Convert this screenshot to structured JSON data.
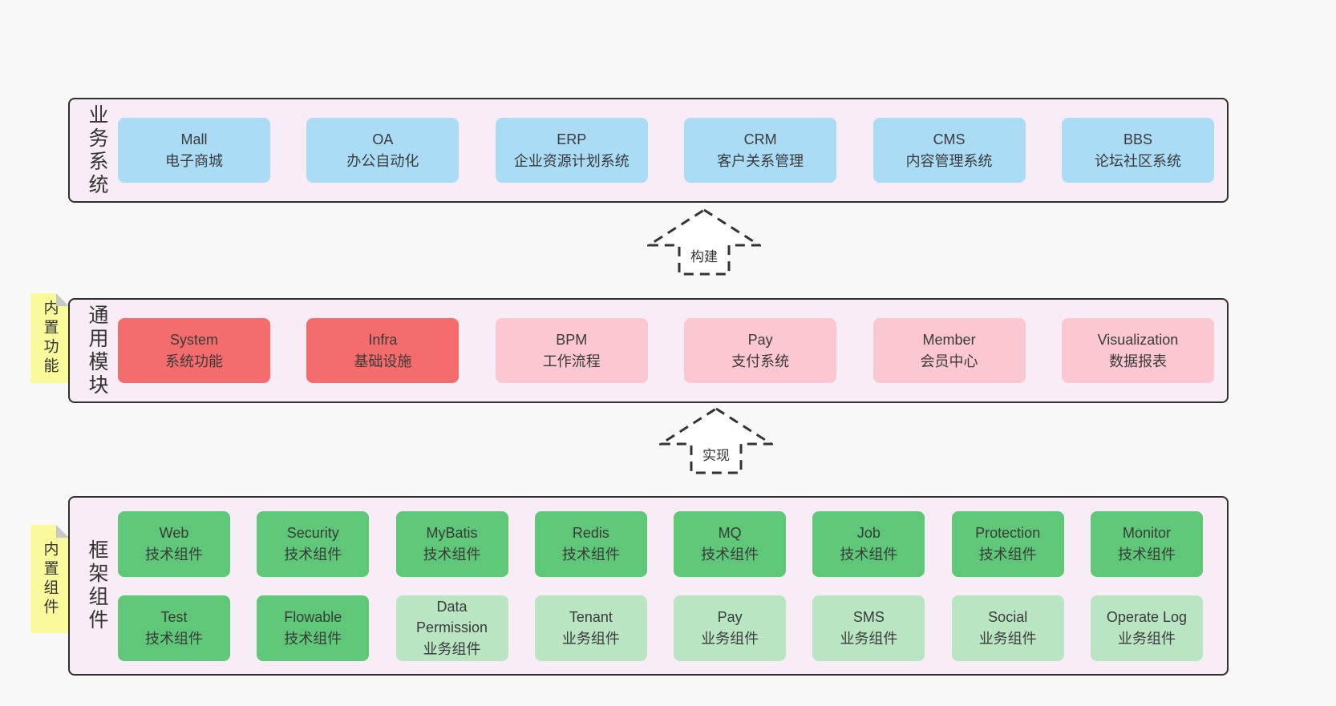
{
  "colors": {
    "pageBg": "#f8f8f8",
    "bandBg": "#f8edf6",
    "line": "#2f2f2f",
    "text": "#3a3a3a",
    "blue": "#aadcf6",
    "red": "#f56c6c",
    "pink": "#fbc7d1",
    "greenDark": "#5ec878",
    "greenLight": "#b9e5c2",
    "noteBg": "#fafa9d",
    "noteFold": "#c8c8c8"
  },
  "bands": [
    {
      "id": "business-systems",
      "label_vertical": "业务系统",
      "boxes": [
        {
          "en": "Mall",
          "zh": "电子商城",
          "type": "blue"
        },
        {
          "en": "OA",
          "zh": "办公自动化",
          "type": "blue"
        },
        {
          "en": "ERP",
          "zh": "企业资源计划系统",
          "type": "blue"
        },
        {
          "en": "CRM",
          "zh": "客户关系管理",
          "type": "blue"
        },
        {
          "en": "CMS",
          "zh": "内容管理系统",
          "type": "blue"
        },
        {
          "en": "BBS",
          "zh": "论坛社区系统",
          "type": "blue"
        }
      ]
    },
    {
      "id": "common-modules",
      "label_vertical": "通用模块",
      "sticky_note": "内置功能",
      "boxes": [
        {
          "en": "System",
          "zh": "系统功能",
          "type": "red"
        },
        {
          "en": "Infra",
          "zh": "基础设施",
          "type": "red"
        },
        {
          "en": "BPM",
          "zh": "工作流程",
          "type": "pink"
        },
        {
          "en": "Pay",
          "zh": "支付系统",
          "type": "pink"
        },
        {
          "en": "Member",
          "zh": "会员中心",
          "type": "pink"
        },
        {
          "en": "Visualization",
          "zh": "数据报表",
          "type": "pink"
        }
      ]
    },
    {
      "id": "framework-components",
      "label_vertical": "框架组件",
      "sticky_note": "内置组件",
      "rows": [
        [
          {
            "en": "Web",
            "zh": "技术组件",
            "type": "green-dark"
          },
          {
            "en": "Security",
            "zh": "技术组件",
            "type": "green-dark"
          },
          {
            "en": "MyBatis",
            "zh": "技术组件",
            "type": "green-dark"
          },
          {
            "en": "Redis",
            "zh": "技术组件",
            "type": "green-dark"
          },
          {
            "en": "MQ",
            "zh": "技术组件",
            "type": "green-dark"
          },
          {
            "en": "Job",
            "zh": "技术组件",
            "type": "green-dark"
          },
          {
            "en": "Protection",
            "zh": "技术组件",
            "type": "green-dark"
          },
          {
            "en": "Monitor",
            "zh": "技术组件",
            "type": "green-dark"
          }
        ],
        [
          {
            "en": "Test",
            "zh": "技术组件",
            "type": "green-dark"
          },
          {
            "en": "Flowable",
            "zh": "技术组件",
            "type": "green-dark"
          },
          {
            "en": "Data Permission",
            "zh": "业务组件",
            "type": "green-light"
          },
          {
            "en": "Tenant",
            "zh": "业务组件",
            "type": "green-light"
          },
          {
            "en": "Pay",
            "zh": "业务组件",
            "type": "green-light"
          },
          {
            "en": "SMS",
            "zh": "业务组件",
            "type": "green-light"
          },
          {
            "en": "Social",
            "zh": "业务组件",
            "type": "green-light"
          },
          {
            "en": "Operate Log",
            "zh": "业务组件",
            "type": "green-light"
          }
        ]
      ]
    }
  ],
  "arrows": [
    {
      "label": "构建"
    },
    {
      "label": "实现"
    }
  ]
}
